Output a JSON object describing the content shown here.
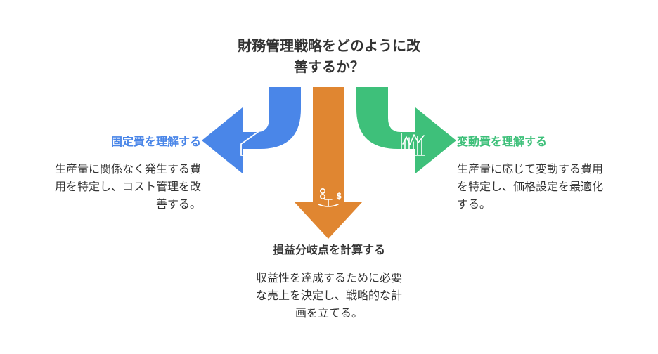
{
  "title": "財務管理戦略をどのように改\n善するか？",
  "colors": {
    "left": "#4a86e8",
    "center": "#e08631",
    "right": "#3ec07a",
    "text": "#333333"
  },
  "branches": {
    "left": {
      "heading": "固定費を理解する",
      "description": "生産量に関係なく発生する費\n用を特定し、コスト管理を改\n善する。",
      "icon": "ramp-icon"
    },
    "center": {
      "heading": "損益分岐点を計算する",
      "description": "収益性を達成するために必要\nな売上を決定し、戦略的な計\n画を立てる。",
      "icon": "balance-scale-icon"
    },
    "right": {
      "heading": "変動費を理解する",
      "description": "生産量に応じて変動する費用\nを特定し、価格設定を最適化\nする。",
      "icon": "fluctuating-chart-icon"
    }
  }
}
